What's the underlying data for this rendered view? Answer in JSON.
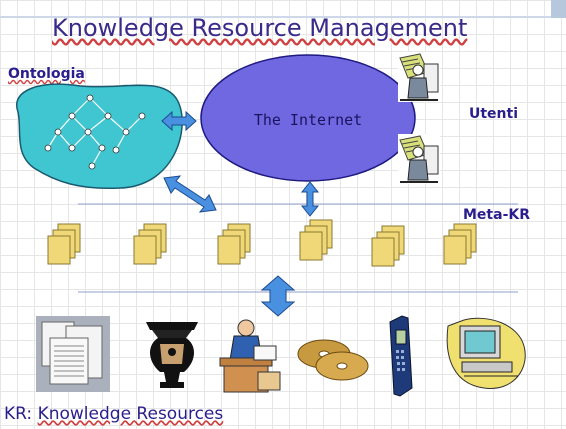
{
  "slide": {
    "title": "Knowledge Resource Management",
    "ontology_label": "Ontologia",
    "internet_label": "The Internet",
    "users_label": "Utenti",
    "meta_kr_label": "Meta-KR",
    "kr_prefix": "KR: ",
    "kr_term": "Knowledge Resources"
  },
  "colors": {
    "title": "#3a2a8a",
    "label": "#2a1e8c",
    "internet_fill": "#7068e0",
    "ontology_fill": "#3fc6d0",
    "arrow_fill": "#4a90e0",
    "document_fill": "#f0d878"
  },
  "icons": {
    "users": [
      "user-at-computer-icon",
      "user-at-computer-icon"
    ],
    "meta_kr_documents": [
      "document-stack-icon",
      "document-stack-icon",
      "document-stack-icon",
      "document-stack-icon",
      "document-stack-icon",
      "document-stack-icon"
    ],
    "resources": [
      "paper-documents-icon",
      "greek-vase-icon",
      "person-at-desk-icon",
      "cd-discs-icon",
      "mobile-phone-icon",
      "computer-icon"
    ]
  }
}
